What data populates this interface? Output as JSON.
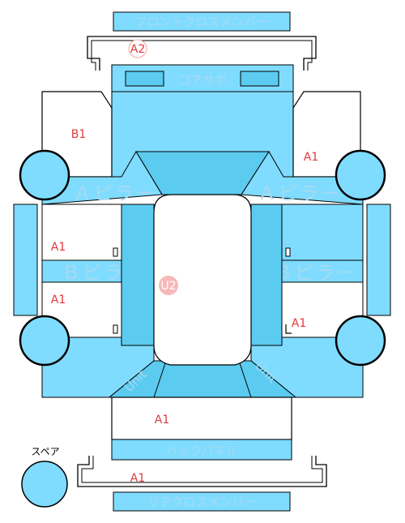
{
  "labels": {
    "front_cross_member": "フロントクロスメンバー",
    "core_support": "コアサポ",
    "a_pillar_left": "Ａピラー",
    "a_pillar_right": "Ａピラー",
    "b_pillar_left": "Ｂピラー",
    "b_pillar_right": "Ｂピラー",
    "back_panel": "バックパネル",
    "rear_cross_member": "リアクロスメンバー",
    "spare": "スペア",
    "unit_left": "Unit",
    "unit_right": "Unit"
  },
  "codes": {
    "front_cross_member_frame": "A2",
    "left_front_fender": "B1",
    "right_front_fender": "A1",
    "left_front_door": "A1",
    "left_rear_door": "A1",
    "right_rear_door": "A1",
    "trunk": "A1",
    "rear_cross_member_frame": "A1",
    "roof": "U2"
  },
  "colors": {
    "panel_fill": "#7fdcff",
    "panel_dark": "#5ccbf0",
    "outline": "#000000",
    "label_text": "#a9d9f0",
    "code_text": "#e0393e",
    "marker_fill": "#f7b8b8"
  }
}
